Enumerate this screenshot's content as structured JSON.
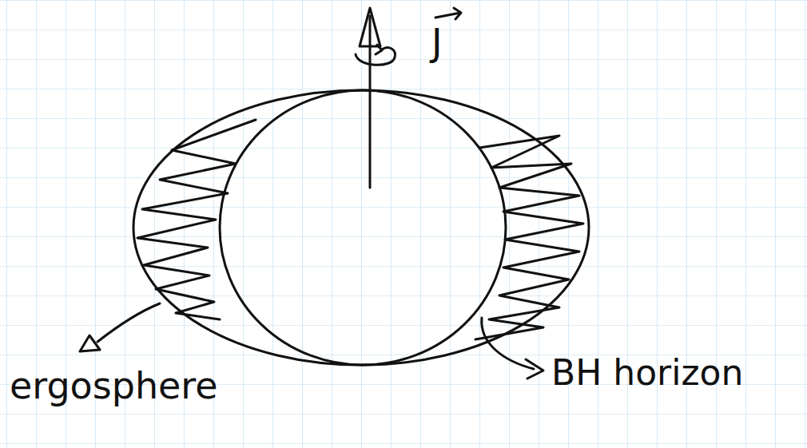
{
  "diagram": {
    "labels": [
      "J",
      "ergosphere",
      "BH horizon"
    ]
  }
}
